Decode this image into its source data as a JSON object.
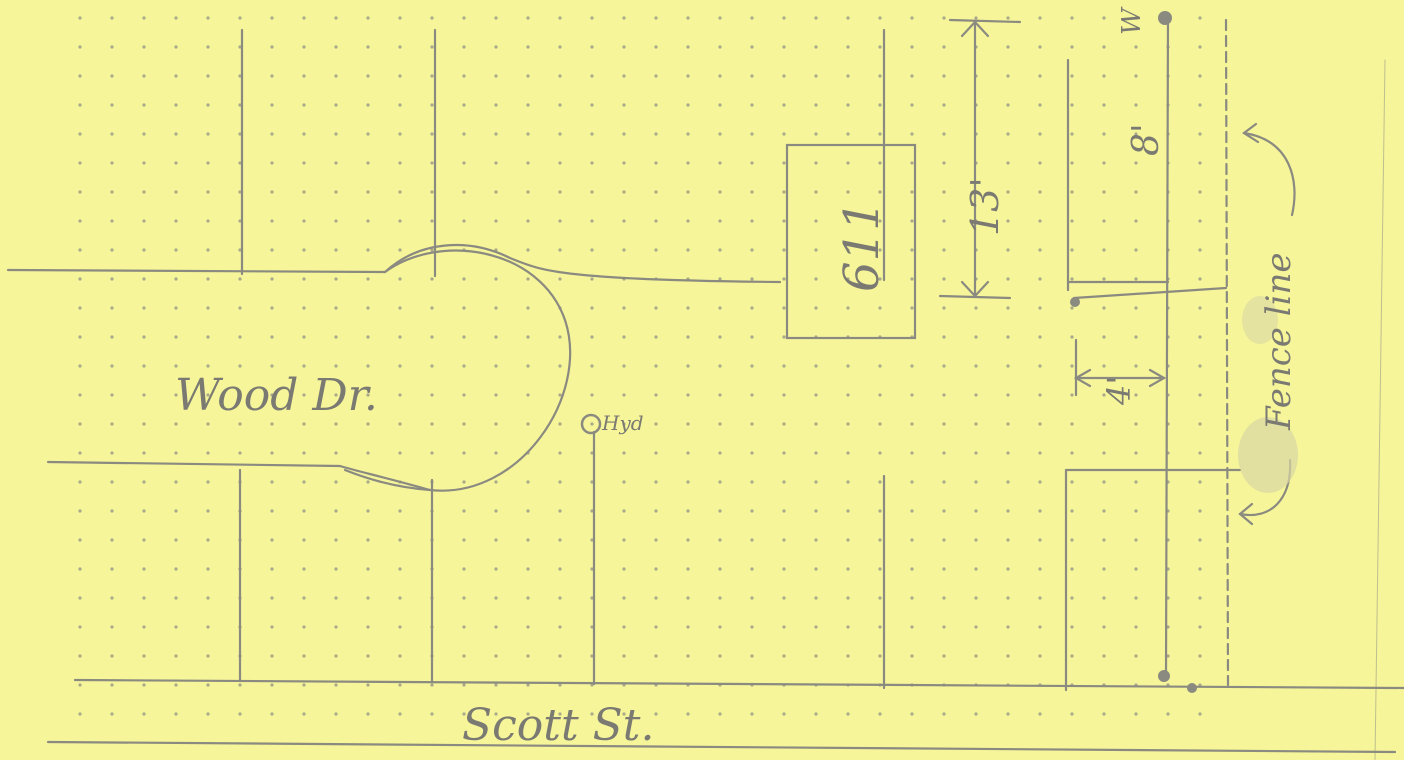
{
  "labels": {
    "street_top": "Wood Dr.",
    "street_bottom": "Scott St.",
    "house_number": "611",
    "dimension_house": "13'",
    "dimension_side": "8'",
    "dimension_small": "4'",
    "hydrant": "Hyd",
    "fence": "Fence line",
    "top_right_fragment": "W"
  },
  "colors": {
    "paper": "#f6f59a",
    "pencil": "#8a8a80",
    "dot_grid": "#a9a98a"
  }
}
